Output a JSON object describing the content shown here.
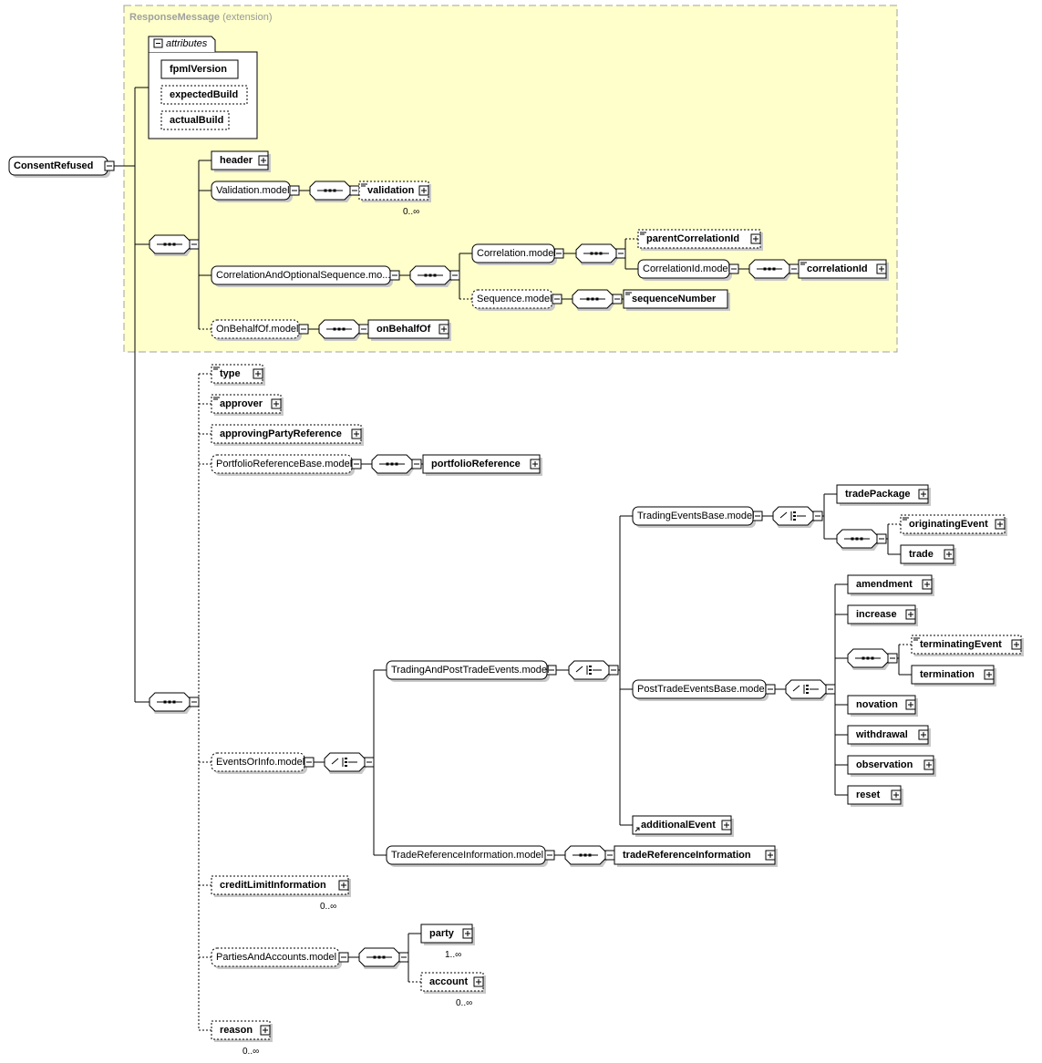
{
  "extension": {
    "name": "ResponseMessage",
    "suffix": "(extension)"
  },
  "attributes": {
    "caption": "attributes",
    "items": [
      {
        "name": "fpmlVersion"
      },
      {
        "name": "expectedBuild"
      },
      {
        "name": "actualBuild"
      }
    ]
  },
  "root": "ConsentRefused",
  "elements": {
    "header": "header",
    "validation": "validation",
    "parentCorrelationId": "parentCorrelationId",
    "correlationId": "correlationId",
    "sequenceNumber": "sequenceNumber",
    "onBehalfOf": "onBehalfOf",
    "type": "type",
    "approver": "approver",
    "approvingPartyReference": "approvingPartyReference",
    "portfolioReference": "portfolioReference",
    "tradePackage": "tradePackage",
    "originatingEvent": "originatingEvent",
    "trade": "trade",
    "amendment": "amendment",
    "increase": "increase",
    "terminatingEvent": "terminatingEvent",
    "termination": "termination",
    "novation": "novation",
    "withdrawal": "withdrawal",
    "observation": "observation",
    "reset": "reset",
    "additionalEvent": "additionalEvent",
    "tradeReferenceInformation": "tradeReferenceInformation",
    "creditLimitInformation": "creditLimitInformation",
    "party": "party",
    "account": "account",
    "reason": "reason"
  },
  "groups": {
    "validationModel": "Validation.model",
    "correlationAndOptionalSequence": "CorrelationAndOptionalSequence.mo...",
    "correlationModel": "Correlation.model",
    "correlationIdModel": "CorrelationId.model",
    "sequenceModel": "Sequence.model",
    "onBehalfOfModel": "OnBehalfOf.model",
    "portfolioReferenceBase": "PortfolioReferenceBase.model",
    "tradingEventsBase": "TradingEventsBase.model",
    "tradingAndPostTradeEvents": "TradingAndPostTradeEvents.model",
    "postTradeEventsBase": "PostTradeEventsBase.model",
    "eventsOrInfo": "EventsOrInfo.model",
    "tradeReferenceInformationModel": "TradeReferenceInformation.model",
    "partiesAndAccounts": "PartiesAndAccounts.model"
  },
  "cardinality": {
    "validation": "0..∞",
    "creditLimitInformation": "0..∞",
    "party": "1..∞",
    "account": "0..∞",
    "reason": "0..∞"
  },
  "colors": {
    "extensionFill": "#ffffcc",
    "extensionBorder": "#a0a0a0",
    "line": "#000000",
    "boxFill": "#ffffff"
  }
}
